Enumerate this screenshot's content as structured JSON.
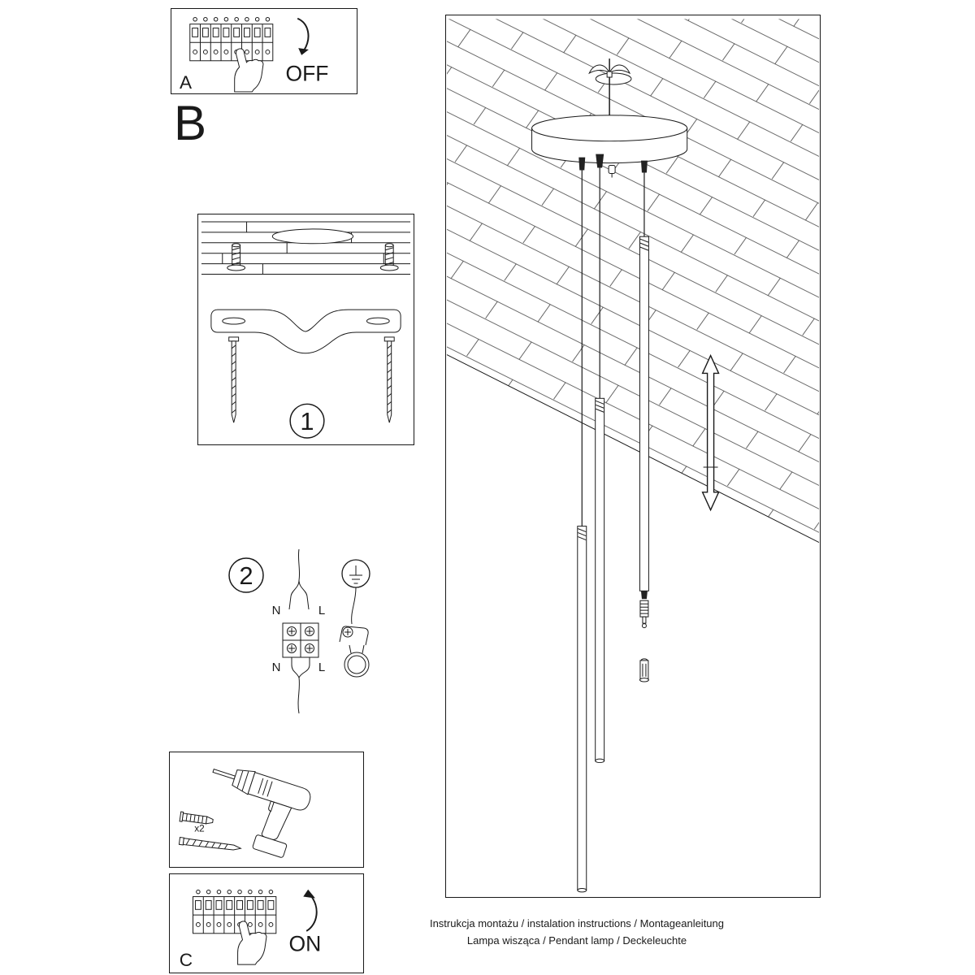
{
  "colors": {
    "ink": "#1a1a1a",
    "paper": "#ffffff"
  },
  "panel_a": {
    "label": "A",
    "switch_state": "OFF"
  },
  "section_b": {
    "label": "B"
  },
  "step_one": {
    "number": "1"
  },
  "step_two": {
    "number": "2",
    "neutral_top": "N",
    "live_top": "L",
    "neutral_bottom": "N",
    "live_bottom": "L"
  },
  "tools_panel": {
    "anchor_count": "x2"
  },
  "panel_c": {
    "label": "C",
    "switch_state": "ON"
  },
  "footer": {
    "line1": "Instrukcja montażu / instalation instructions / Montageanleitung",
    "line2": "Lampa wisząca / Pendant lamp / Deckeleuchte"
  }
}
